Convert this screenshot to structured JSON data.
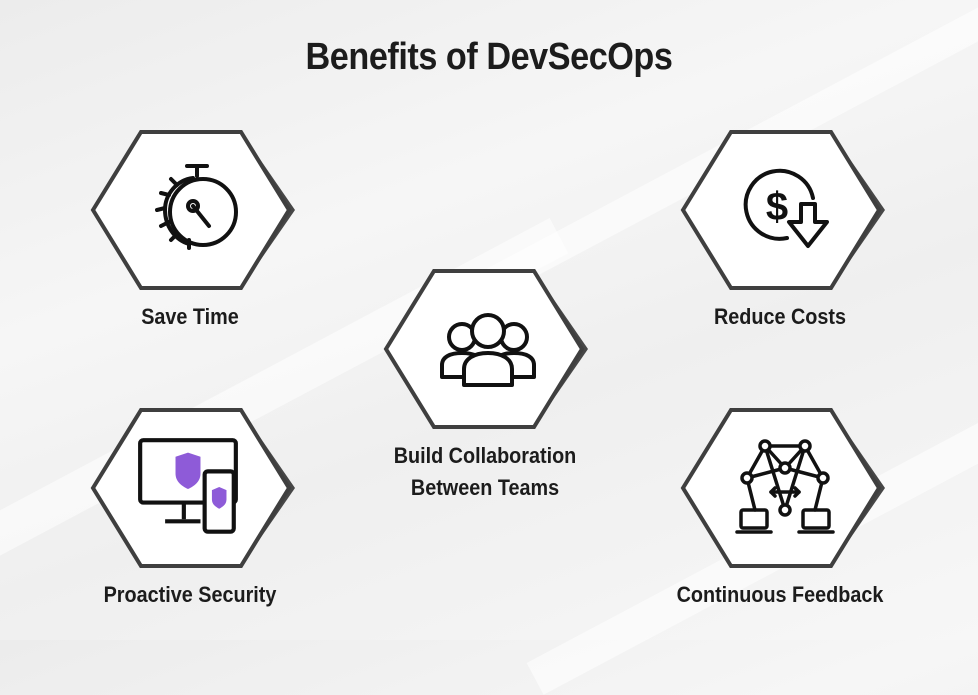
{
  "title": "Benefits of DevSecOps",
  "colors": {
    "accent": "#8e5bd8",
    "hex_fill": "#ffffff",
    "hex_border": "#3f3f3f",
    "hex_shadow": "#474747",
    "text": "#1c1c1c"
  },
  "benefits": [
    {
      "label": "Save Time",
      "icon": "stopwatch-gear-icon"
    },
    {
      "label": "Reduce Costs",
      "icon": "dollar-down-icon"
    },
    {
      "label": "Build Collaboration Between Teams",
      "line1": "Build Collaboration",
      "line2": "Between Teams",
      "icon": "team-icon"
    },
    {
      "label": "Proactive Security",
      "icon": "monitor-shield-icon"
    },
    {
      "label": "Continuous Feedback",
      "icon": "network-feedback-icon"
    }
  ]
}
